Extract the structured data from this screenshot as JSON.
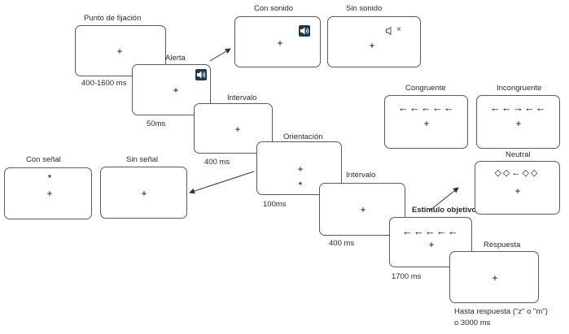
{
  "stages": {
    "fixation_label": "Punto de fijación",
    "fixation_time": "400-1600 ms",
    "alert_label": "Alerta",
    "alert_time": "50ms",
    "interval1_label": "Intervalo",
    "interval1_time": "400 ms",
    "orientation_label": "Orientación",
    "orientation_time": "100ms",
    "interval2_label": "Intervalo",
    "interval2_time": "400 ms",
    "target_label": "Estímulo objetivo",
    "target_time": "1700 ms",
    "response_label": "Respuesta",
    "response_time": "Hasta respuesta (\"z\" o \"m\")",
    "response_time2": "o 3000 ms"
  },
  "sound_conditions": {
    "with_sound": "Con sonido",
    "without_sound": "Sin sonido"
  },
  "cue_conditions": {
    "with_cue": "Con señal",
    "without_cue": "Sin señal"
  },
  "flanker_conditions": {
    "congruent": "Congruente",
    "incongruent": "Incongruente",
    "neutral": "Neutral"
  },
  "symbols": {
    "fixation": "+",
    "cue": "*",
    "congruent_arrows": "←←←←←",
    "incongruent_arrows": "←←→←←",
    "neutral_arrows": "◇◇←◇◇",
    "target_arrows": "←←←←←",
    "mute_mark": "×"
  },
  "colors": {
    "speaker": "#1f3a4d",
    "border": "#5a5a5a"
  },
  "icons": {
    "speaker": "speaker-on-icon",
    "mute": "speaker-muted-icon"
  }
}
